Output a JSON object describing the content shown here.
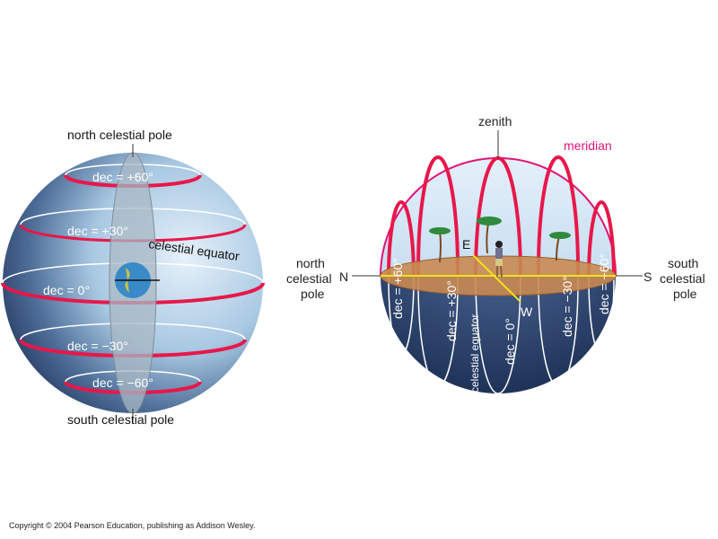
{
  "left": {
    "north_pole": "north celestial pole",
    "south_pole": "south celestial pole",
    "equator": "celestial equator",
    "dec_p60": "dec = +60°",
    "dec_p30": "dec = +30°",
    "dec_0": "dec = 0°",
    "dec_m30": "dec = −30°",
    "dec_m60": "dec = −60°"
  },
  "right": {
    "zenith": "zenith",
    "meridian": "meridian",
    "north_line1": "north",
    "north_line2": "celestial",
    "north_line3": "pole",
    "south_line1": "south",
    "south_line2": "celestial",
    "south_line3": "pole",
    "N": "N",
    "S": "S",
    "E": "E",
    "W": "W",
    "equator": "celestial equator",
    "dec_p60": "dec = +60°",
    "dec_p30": "dec = +30°",
    "dec_0": "dec = 0°",
    "dec_m30": "dec = −30°",
    "dec_m60": "dec = −60°"
  },
  "colors": {
    "red": "#e8174a",
    "navy": "#24385f",
    "sky": "#cfe3f2",
    "ground": "#c98a52",
    "meridian": "#e0147a"
  },
  "copyright": "Copyright © 2004 Pearson Education, publishing as Addison Wesley."
}
